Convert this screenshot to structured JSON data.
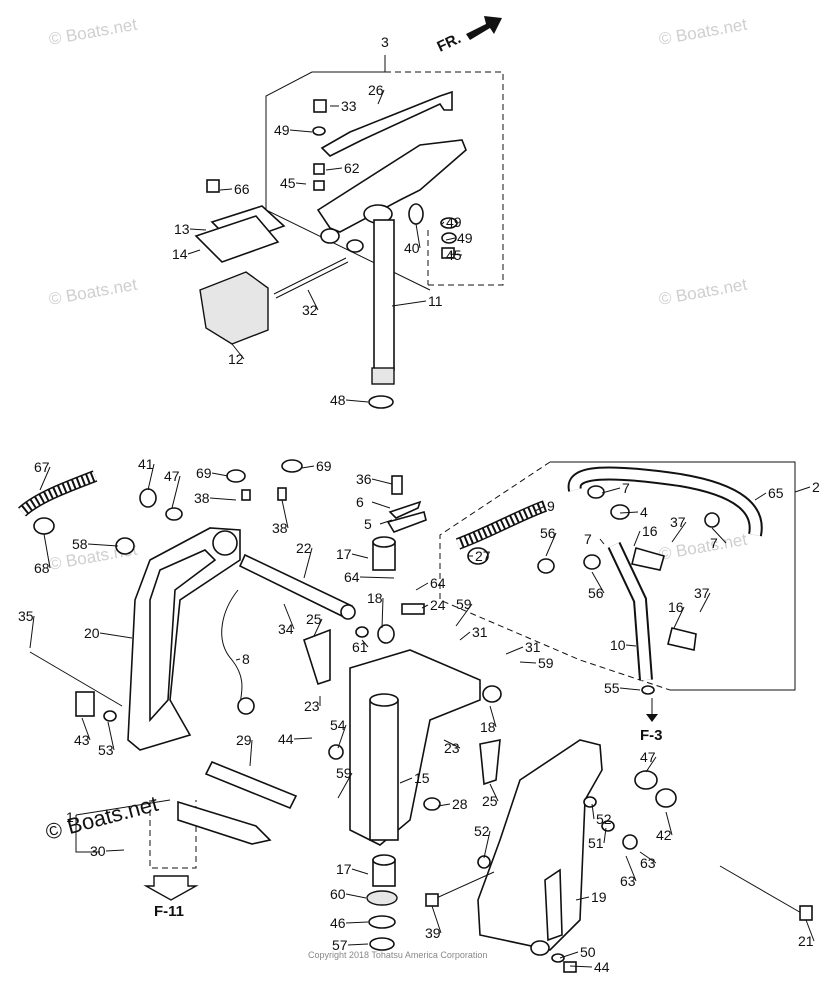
{
  "direction": {
    "label": "FR."
  },
  "watermark": {
    "text": "© Boats.net",
    "large_text": "© Boats.net"
  },
  "copyright": "Copyright 2018 Tohatsu America Corporation",
  "references": {
    "f3": "F-3",
    "f11": "F-11"
  },
  "callouts": [
    "1",
    "2",
    "3",
    "4",
    "5",
    "6",
    "7",
    "7",
    "7",
    "8",
    "9",
    "10",
    "11",
    "12",
    "13",
    "14",
    "15",
    "16",
    "16",
    "17",
    "17",
    "18",
    "18",
    "19",
    "20",
    "21",
    "22",
    "23",
    "23",
    "24",
    "25",
    "25",
    "26",
    "27",
    "28",
    "29",
    "30",
    "31",
    "31",
    "32",
    "33",
    "34",
    "35",
    "36",
    "37",
    "37",
    "38",
    "38",
    "39",
    "40",
    "41",
    "42",
    "43",
    "44",
    "44",
    "45",
    "45",
    "46",
    "47",
    "47",
    "48",
    "49",
    "49",
    "49",
    "50",
    "51",
    "52",
    "52",
    "53",
    "54",
    "55",
    "56",
    "56",
    "57",
    "58",
    "59",
    "59",
    "59",
    "60",
    "61",
    "62",
    "63",
    "63",
    "64",
    "64",
    "65",
    "66",
    "67",
    "68",
    "69",
    "69"
  ]
}
